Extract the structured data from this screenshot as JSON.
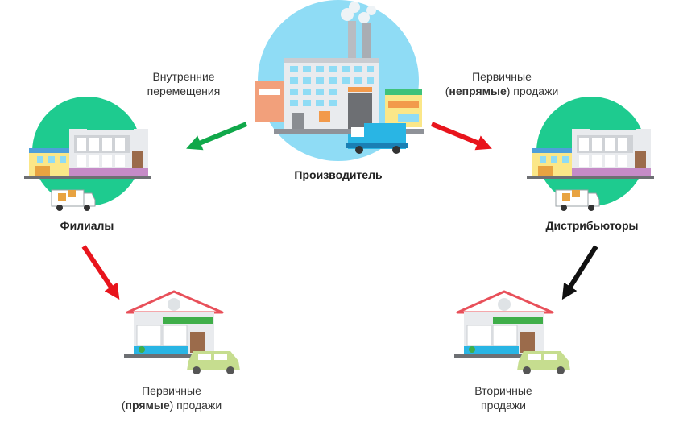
{
  "nodes": {
    "producer": "Производитель",
    "branches": "Филиалы",
    "distributors": "Дистрибьюторы"
  },
  "labels": {
    "internal_1": "Внутренние",
    "internal_2": "перемещения",
    "primary_indirect_1": "Первичные",
    "primary_indirect_open": "(",
    "primary_indirect_bold": "непрямые",
    "primary_indirect_close": ") продажи",
    "primary_direct_1": "Первичные",
    "primary_direct_open": "(",
    "primary_direct_bold": "прямые",
    "primary_direct_close": ") продажи",
    "secondary_1": "Вторичные",
    "secondary_2": "продажи"
  },
  "colors": {
    "circle_producer": "#8fdcf5",
    "circle_branch": "#1ecb8f",
    "arrow_green": "#10a84a",
    "arrow_red": "#e8141c",
    "arrow_black": "#111111",
    "truck_blue": "#29b5e4",
    "car_green": "#c6dd8f"
  }
}
